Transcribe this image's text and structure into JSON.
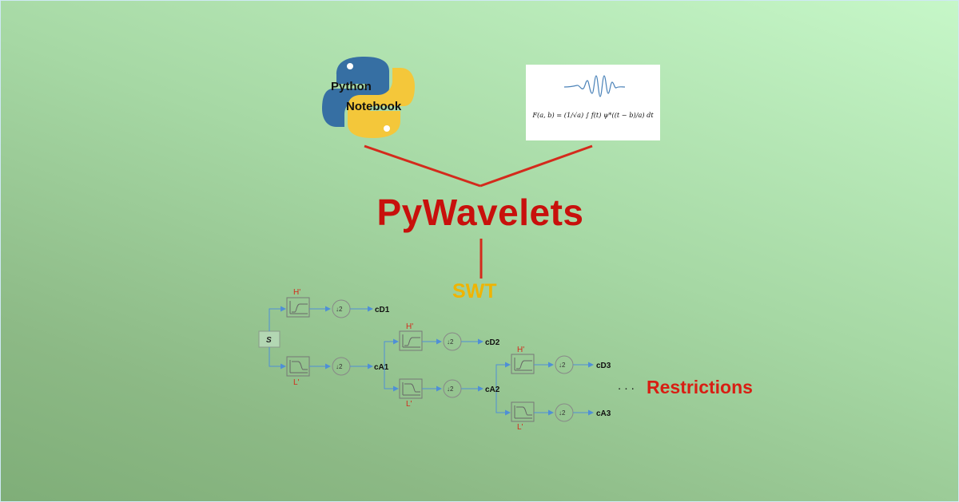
{
  "logo": {
    "line1": "Python",
    "line2": "Notebook"
  },
  "formula": {
    "text": "F(a, b) = (1/√a) ∫ f(t) ψ*((t − b)/a) dt"
  },
  "title": "PyWavelets",
  "method_label": "SWT",
  "restrictions_label": "Restrictions",
  "ellipsis": ". . .",
  "tree": {
    "input": "S",
    "high_pass": "H'",
    "low_pass": "L'",
    "downsample": "↓2",
    "outputs": [
      "cD1",
      "cA1",
      "cD2",
      "cA2",
      "cD3",
      "cA3"
    ]
  },
  "colors": {
    "title": "#c8100c",
    "method": "#f0b400",
    "restrictions": "#d81e13",
    "connector": "#d42a1c",
    "tree_line": "#4f8fd6",
    "filter_label": "#d22b1c",
    "python_blue": "#366fa3",
    "python_yellow": "#f4c73a"
  }
}
